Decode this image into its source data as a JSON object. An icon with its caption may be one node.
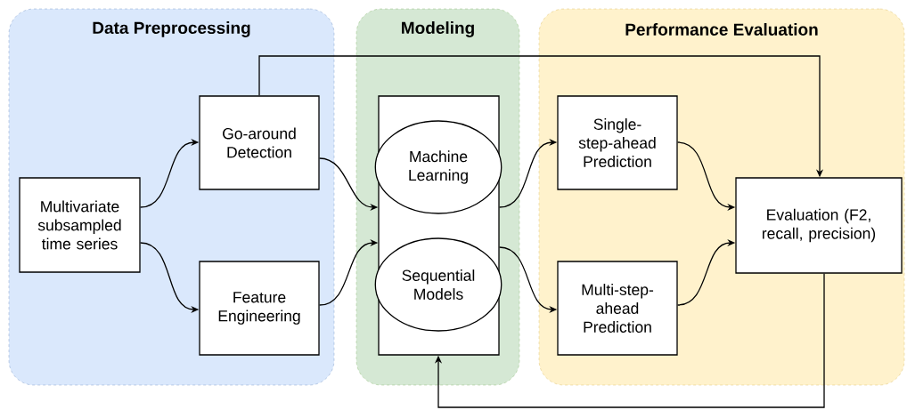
{
  "diagram": {
    "nodes": [
      {
        "text": [
          "Data Preprocessing"
        ]
      },
      {
        "text": [
          "Multivariate subsampled time series"
        ],
        "in": 0
      },
      {
        "text": [
          "Go-around Detection"
        ],
        "in": 0
      },
      {
        "text": [
          "Feature Engineering"
        ],
        "in": 0
      },
      {
        "text": [
          "Modeling"
        ]
      },
      {
        "text": [],
        "shape": "box",
        "in": 4
      },
      {
        "text": [
          "Machine Learning"
        ],
        "in": 5
      },
      {
        "text": [
          "Sequential Models"
        ],
        "in": 5
      },
      {
        "text": [
          "Performance Evaluation"
        ]
      },
      {
        "text": [
          "Single-step-ahead Prediction"
        ],
        "in": 8
      },
      {
        "text": [
          "Multi-step-ahead Prediction"
        ],
        "in": 8
      },
      {
        "text": [
          "Evaluation (F2, recall, precision)"
        ],
        "in": 8
      }
    ],
    "edges": [
      {
        "from": 1,
        "to": 2,
        "arrow": "to"
      },
      {
        "from": 1,
        "to": 3,
        "arrow": "to"
      },
      {
        "from": 2,
        "to": 5,
        "arrow": "to"
      },
      {
        "from": 3,
        "to": 5,
        "arrow": "to"
      },
      {
        "from": 5,
        "to": 9,
        "arrow": "to"
      },
      {
        "from": 5,
        "to": 10,
        "arrow": "to"
      },
      {
        "from": 9,
        "to": 11,
        "arrow": "to"
      },
      {
        "from": 10,
        "to": 11,
        "arrow": "to"
      },
      {
        "from": 2,
        "to": 11,
        "arrow": "to"
      },
      {
        "from": 11,
        "to": 5,
        "arrow": "to"
      }
    ]
  }
}
